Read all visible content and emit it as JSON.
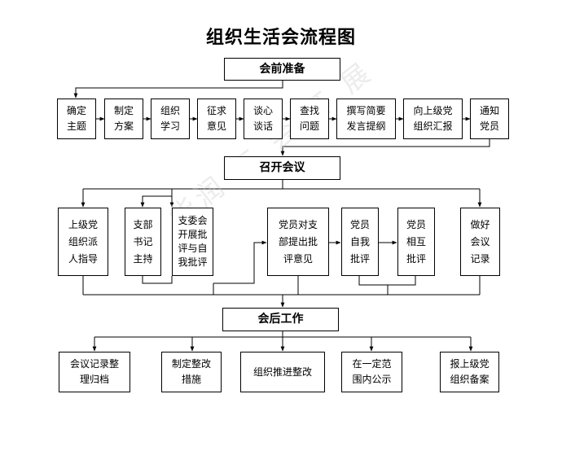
{
  "title": "组织生活会流程图",
  "watermark": "华润 工 会 开 展",
  "phase1": {
    "header": "会前准备",
    "steps": [
      "确定\n主题",
      "制定\n方案",
      "组织\n学习",
      "征求\n意见",
      "谈心\n谈话",
      "查找\n问题",
      "撰写简要\n发言提纲",
      "向上级党\n组织汇报",
      "通知\n党员"
    ]
  },
  "phase2": {
    "header": "召开会议",
    "steps": [
      "上级党\n组织派\n人指导",
      "支部\n书记\n主持",
      "支委会\n开展批\n评与自\n我批评",
      "党员对支\n部提出批\n评意见",
      "党员\n自我\n批评",
      "党员\n相互\n批评",
      "做好\n会议\n记录"
    ]
  },
  "phase3": {
    "header": "会后工作",
    "steps": [
      "会议记录整\n理归档",
      "制定整改\n措施",
      "组织推进整改",
      "在一定范\n围内公示",
      "报上级党\n组织备案"
    ]
  }
}
